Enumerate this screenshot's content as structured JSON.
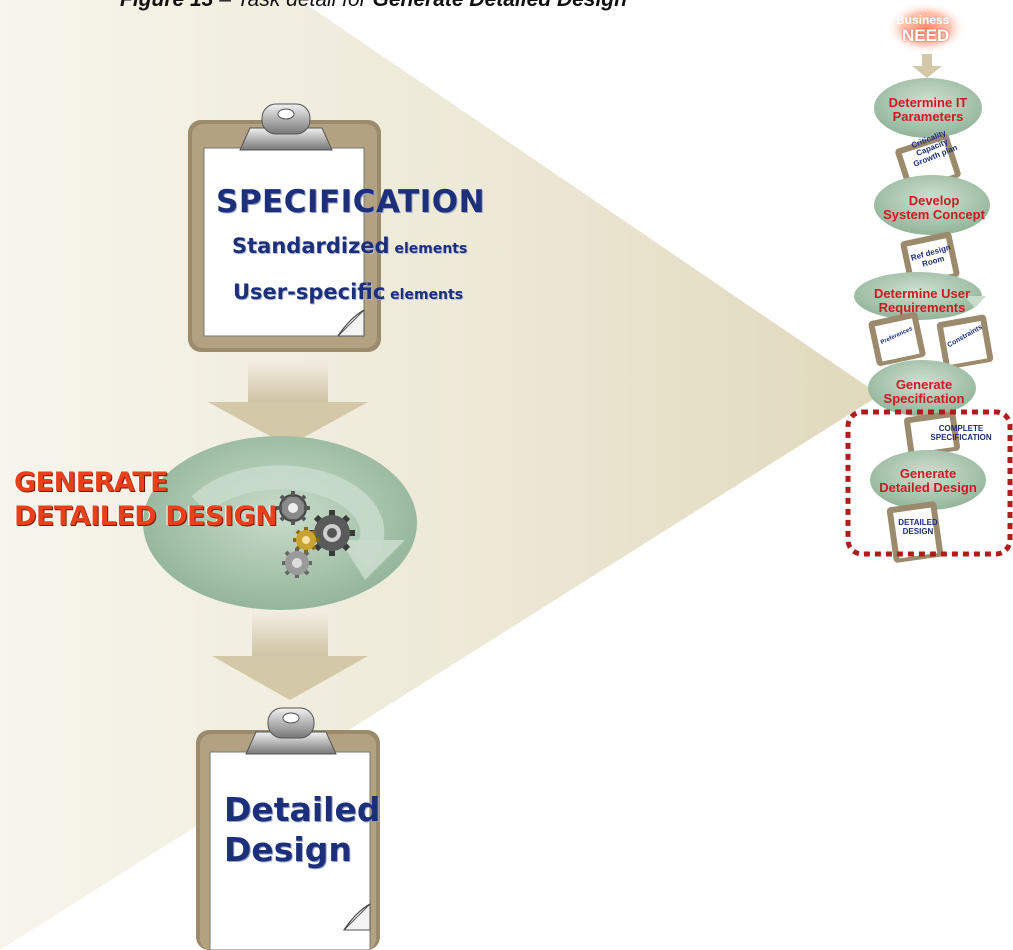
{
  "caption": {
    "figure": "Figure 13",
    "dash": " – ",
    "text": "Task detail for ",
    "task": "Generate Detailed Design"
  },
  "specification_clipboard": {
    "title": "SPECIFICATION",
    "line1_main": "Standardized",
    "line1_suffix": " elements",
    "line2_main": "User-specific",
    "line2_suffix": " elements"
  },
  "process": {
    "label_line1": "GENERATE",
    "label_line2": "DETAILED DESIGN"
  },
  "output_clipboard": {
    "line1": "Detailed",
    "line2": "Design"
  },
  "flow": {
    "business": "Business",
    "need": "NEED",
    "steps": [
      {
        "line1": "Determine IT",
        "line2": "Parameters"
      },
      {
        "line1": "Develop",
        "line2": "System Concept"
      },
      {
        "line1": "Determine User",
        "line2": "Requirements"
      },
      {
        "line1": "Generate",
        "line2": "Specification"
      },
      {
        "line1": "Generate",
        "line2": "Detailed Design"
      }
    ],
    "notes": {
      "it_params": [
        "Criticality",
        "Capacity",
        "Growth plan"
      ],
      "concept": [
        "Ref design",
        "Room"
      ],
      "preferences": "Preferences",
      "constraints": "Constraints",
      "complete_spec": [
        "COMPLETE",
        "SPECIFICATION"
      ],
      "detailed_design": [
        "DETAILED",
        "DESIGN"
      ]
    }
  },
  "colors": {
    "text_blue": "#1c2f7a",
    "orange_label": "#e8401a",
    "red_step_text": "#cc1a22",
    "ellipse_green": "#9dbca3",
    "arrow_tan": "#d3c9a8",
    "clipboard_brown": "#9c8a6c",
    "highlight_dotted": "#b01c1c"
  }
}
